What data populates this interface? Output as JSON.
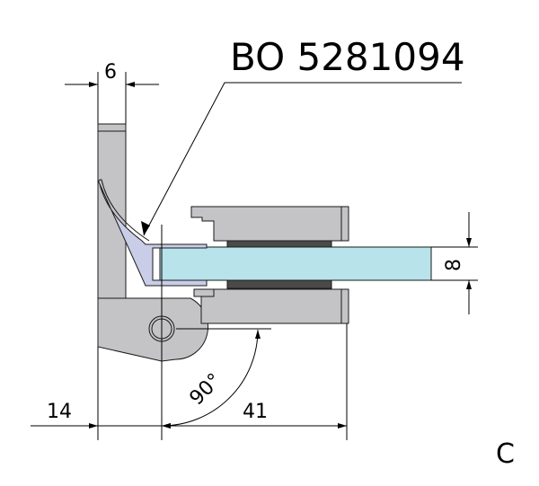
{
  "title": "BO 5281094",
  "dimensions": {
    "top_width": "6",
    "glass_thickness": "8",
    "left_offset": "14",
    "right_length": "41",
    "angle": "90°"
  },
  "variant_label": "C",
  "colors": {
    "metal": "#c4c4c6",
    "glass": "#b8e3ea",
    "seal": "#c9cde8",
    "gasket": "#4a4a4a"
  }
}
